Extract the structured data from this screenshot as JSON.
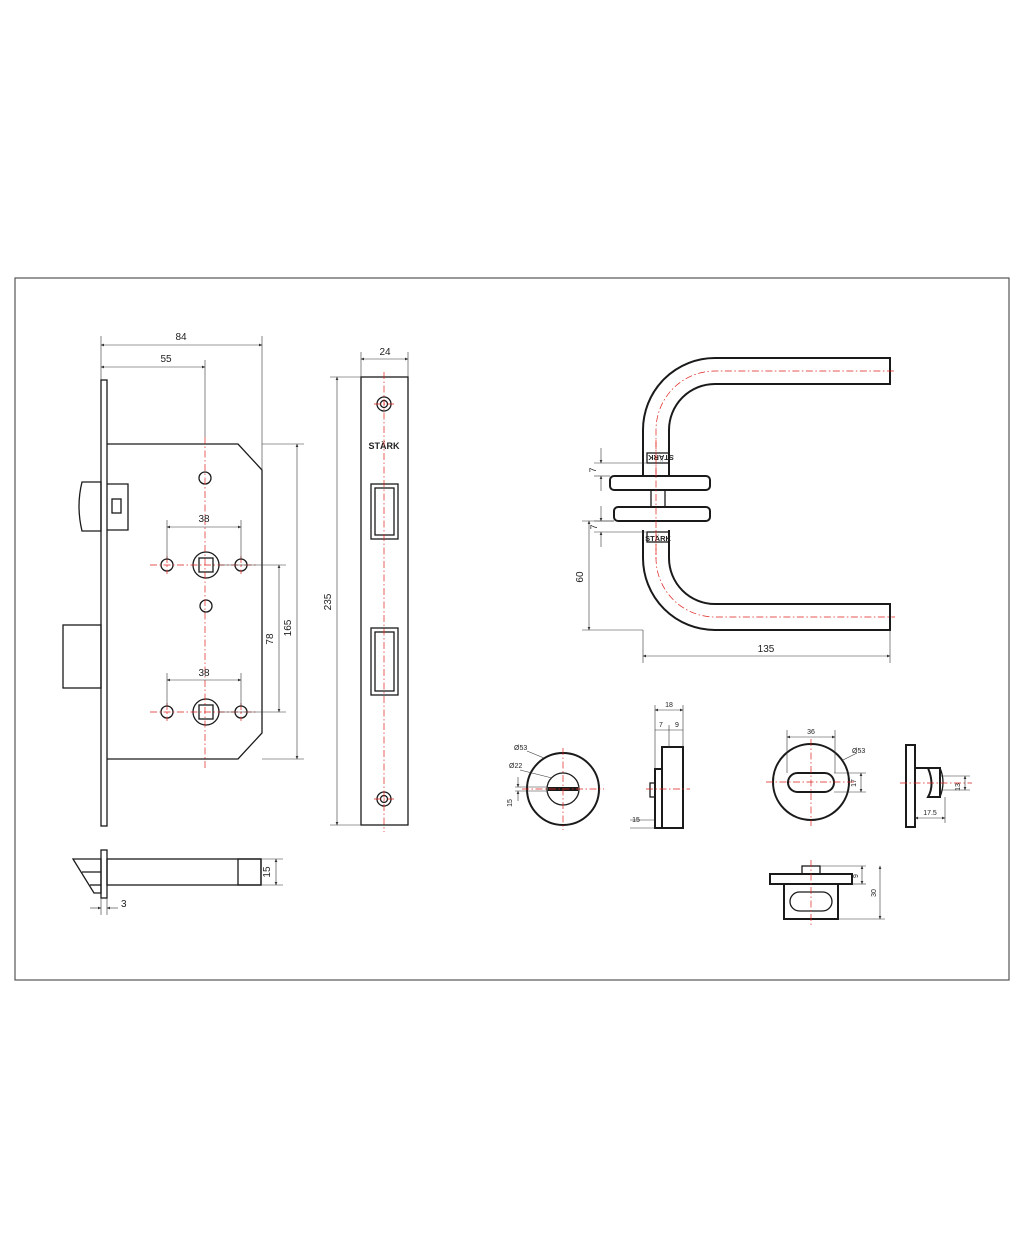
{
  "brand": "STÄRK",
  "colors": {
    "line": "#1a1a1a",
    "centerline": "#e0201c",
    "border": "#555555"
  },
  "mortise_lock": {
    "width": "84",
    "backset": "55",
    "hole_spacing_top": "38",
    "hole_spacing_bottom": "38",
    "centres": "78",
    "case_height": "165"
  },
  "forend": {
    "width": "24",
    "length": "235"
  },
  "latch_side": {
    "projection": "3",
    "height": "15"
  },
  "handle": {
    "rose_gap": "7",
    "rose_gap_lower": "7",
    "height": "60",
    "length": "135",
    "brand_upper": "STÄRK",
    "brand_lower": "STÄRK"
  },
  "escutcheon_turn": {
    "dia_outer": "Ø53",
    "dia_inner": "Ø22",
    "slot": "15",
    "depth": "18",
    "split_a": "7",
    "split_b": "9",
    "base": "15"
  },
  "escutcheon_oval": {
    "width": "36",
    "dia": "Ø53",
    "slot_height": "17",
    "knob_height": "13",
    "knob_depth": "17.5",
    "plan_a": "9",
    "plan_b": "30"
  }
}
